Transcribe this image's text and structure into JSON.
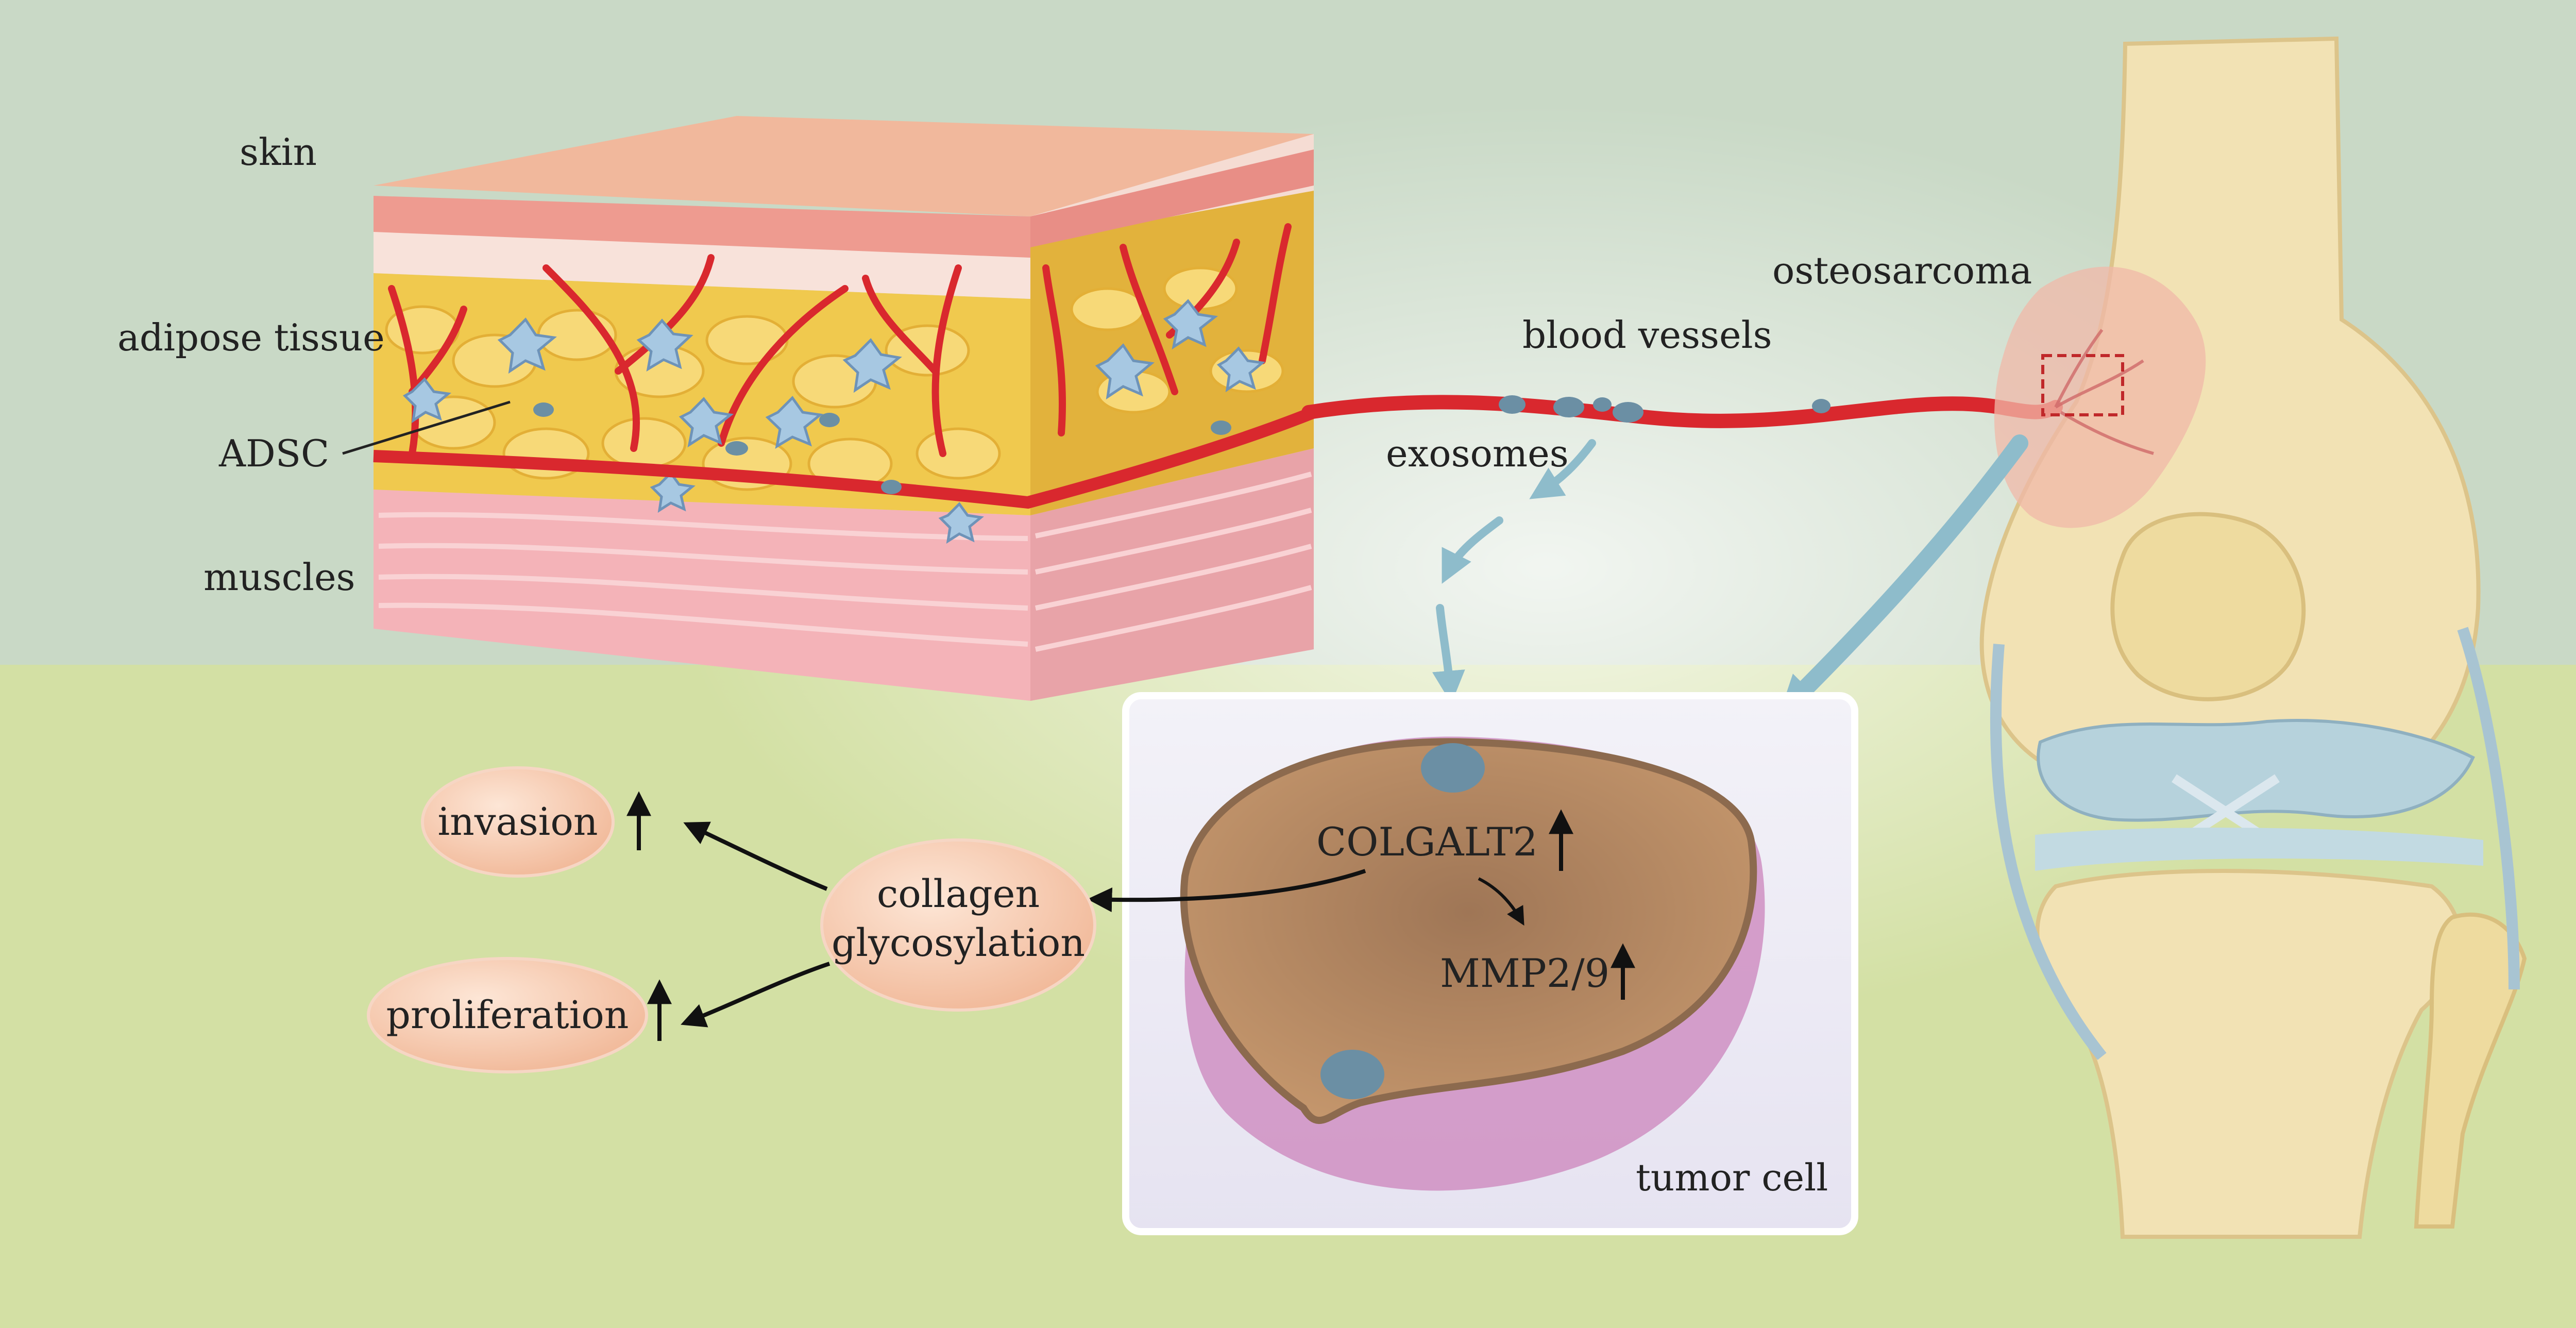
{
  "labels": {
    "skin": "skin",
    "adipose_tissue": "adipose tissue",
    "adsc": "ADSC",
    "muscles": "muscles",
    "blood_vessels": "blood vessels",
    "exosomes": "exosomes",
    "osteosarcoma": "osteosarcoma",
    "tumor_cell": "tumor cell",
    "colgalt2": "COLGALT2",
    "mmp": "MMP2/9",
    "collagen_line1": "collagen",
    "collagen_line2": "glycosylation",
    "invasion": "invasion",
    "proliferation": "proliferation"
  },
  "colors": {
    "top_background": "#c9d9c6",
    "bottom_background": "#d3e0a4",
    "skin": "#f1b89c",
    "dermis": "#ee9b90",
    "adipose": "#f0c94e",
    "muscle": "#f4b3b8",
    "vessel": "#d9282e",
    "exosome": "#6b8fa4",
    "arrow_exosome": "#8ebccb",
    "bone": "#f2e2b4",
    "cartilage": "#b6d2dc",
    "tumor_cytoplasm": "#b38660",
    "tumor_membrane": "#cf8fc2",
    "oval_fill": "#f6cab0"
  },
  "icons": [
    "up-arrow-icon",
    "curved-arrow-icon",
    "dashed-box-icon"
  ]
}
